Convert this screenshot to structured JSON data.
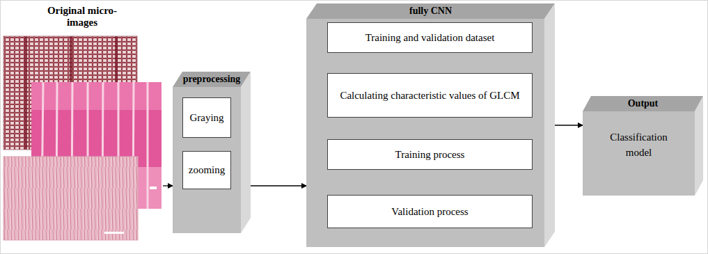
{
  "diagram": {
    "nodes": [
      {
        "text": [
          "Original micro-images"
        ]
      },
      {
        "text": [
          "preprocessing"
        ]
      },
      {
        "text": [
          "Graying"
        ],
        "in": 1
      },
      {
        "text": [
          "zooming"
        ],
        "in": 1
      },
      {
        "text": [
          "fully CNN"
        ]
      },
      {
        "text": [
          "Training and validation dataset"
        ],
        "in": 4
      },
      {
        "text": [
          "Calculating characteristic values of  GLCM"
        ],
        "in": 4
      },
      {
        "text": [
          "Training process"
        ],
        "in": 4
      },
      {
        "text": [
          "Validation process"
        ],
        "in": 4
      },
      {
        "text": [
          "Output",
          "Classification model"
        ]
      }
    ],
    "edges": [
      {
        "from": 0,
        "to": 1,
        "arrow": "to"
      },
      {
        "from": 1,
        "to": 4,
        "arrow": "to"
      },
      {
        "from": 4,
        "to": 9,
        "arrow": "to"
      }
    ]
  }
}
